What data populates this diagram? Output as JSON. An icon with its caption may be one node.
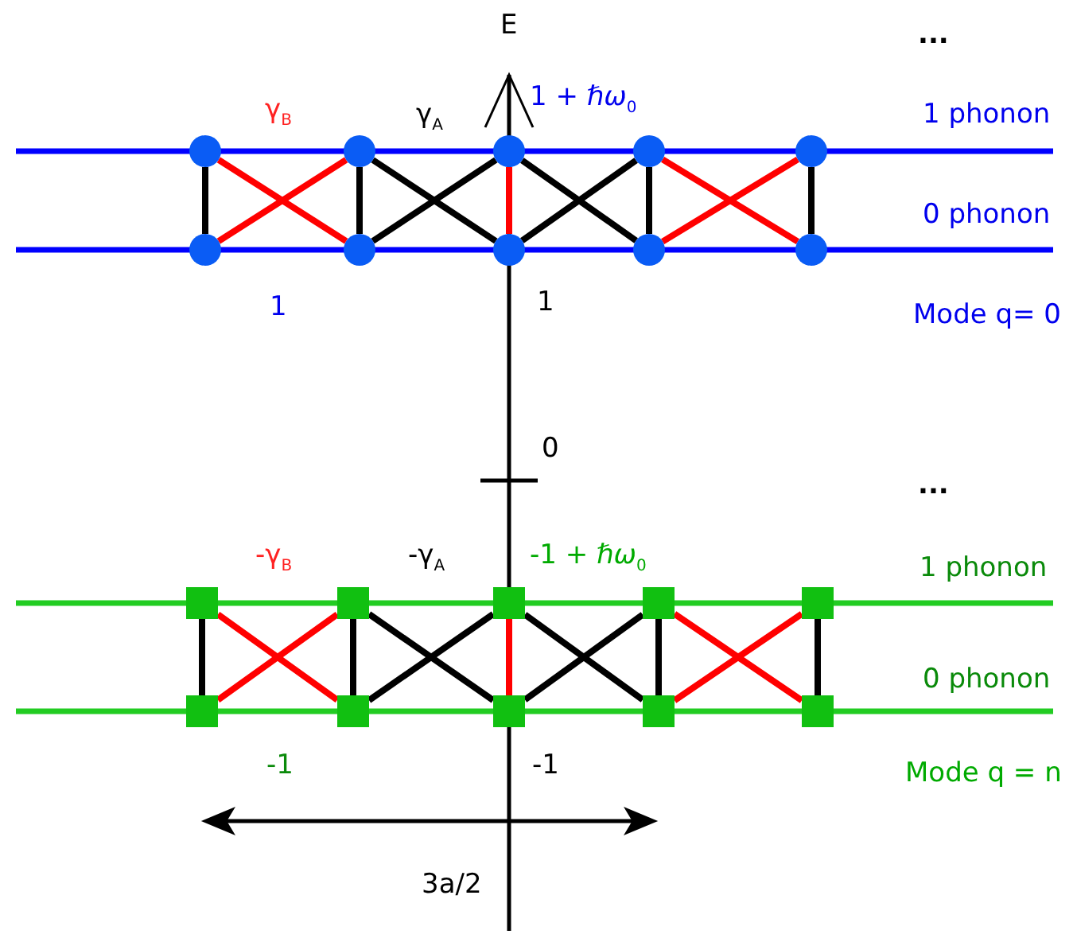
{
  "diagram": {
    "nodes": [
      {
        "text": [],
        "shape": "circle"
      },
      {
        "text": [],
        "shape": "circle"
      },
      {
        "text": [],
        "shape": "circle"
      },
      {
        "text": [],
        "shape": "circle"
      },
      {
        "text": [],
        "shape": "circle"
      },
      {
        "text": [],
        "shape": "circle"
      },
      {
        "text": [],
        "shape": "circle"
      },
      {
        "text": [],
        "shape": "circle"
      },
      {
        "text": [],
        "shape": "circle"
      },
      {
        "text": [],
        "shape": "circle"
      },
      {
        "text": [],
        "shape": "box"
      },
      {
        "text": [],
        "shape": "box"
      },
      {
        "text": [],
        "shape": "box"
      },
      {
        "text": [],
        "shape": "box"
      },
      {
        "text": [],
        "shape": "box"
      },
      {
        "text": [],
        "shape": "box"
      },
      {
        "text": [],
        "shape": "box"
      },
      {
        "text": [],
        "shape": "box"
      },
      {
        "text": [],
        "shape": "box"
      },
      {
        "text": [],
        "shape": "box"
      }
    ],
    "edges": [
      {
        "from": 0,
        "to": 5,
        "arrow": "none"
      },
      {
        "from": 0,
        "to": 6,
        "arrow": "none",
        "color": "#ff0000"
      },
      {
        "from": 5,
        "to": 1,
        "arrow": "none",
        "color": "#ff0000"
      },
      {
        "from": 1,
        "to": 6,
        "arrow": "none"
      },
      {
        "from": 1,
        "to": 7,
        "arrow": "none"
      },
      {
        "from": 6,
        "to": 2,
        "arrow": "none"
      },
      {
        "from": 2,
        "to": 7,
        "arrow": "none",
        "color": "#ff0000"
      },
      {
        "from": 2,
        "to": 8,
        "arrow": "none"
      },
      {
        "from": 7,
        "to": 3,
        "arrow": "none"
      },
      {
        "from": 3,
        "to": 8,
        "arrow": "none"
      },
      {
        "from": 3,
        "to": 9,
        "arrow": "none",
        "color": "#ff0000"
      },
      {
        "from": 8,
        "to": 4,
        "arrow": "none",
        "color": "#ff0000"
      },
      {
        "from": 4,
        "to": 9,
        "arrow": "none"
      },
      {
        "from": 10,
        "to": 15,
        "arrow": "none"
      },
      {
        "from": 10,
        "to": 16,
        "arrow": "none",
        "color": "#ff0000"
      },
      {
        "from": 15,
        "to": 11,
        "arrow": "none",
        "color": "#ff0000"
      },
      {
        "from": 11,
        "to": 16,
        "arrow": "none"
      },
      {
        "from": 11,
        "to": 17,
        "arrow": "none"
      },
      {
        "from": 16,
        "to": 12,
        "arrow": "none"
      },
      {
        "from": 12,
        "to": 17,
        "arrow": "none",
        "color": "#ff0000"
      },
      {
        "from": 12,
        "to": 18,
        "arrow": "none"
      },
      {
        "from": 17,
        "to": 13,
        "arrow": "none"
      },
      {
        "from": 13,
        "to": 18,
        "arrow": "none"
      },
      {
        "from": 13,
        "to": 19,
        "arrow": "none",
        "color": "#ff0000"
      },
      {
        "from": 18,
        "to": 14,
        "arrow": "none",
        "color": "#ff0000"
      },
      {
        "from": 14,
        "to": 19,
        "arrow": "none"
      }
    ],
    "labels": [
      "E",
      "...",
      "γ$_{B}$",
      "γ$_{A}$",
      "1 + *ℏω*$_{0}$",
      "1 phonon",
      "0 phonon",
      "1",
      "1",
      "Mode q= 0",
      "0",
      "...",
      "-γ$_{B}$",
      "-γ$_{A}$",
      "-1 + *ℏω*$_{0}$",
      "1 phonon",
      "0 phonon",
      "-1",
      "-1",
      "Mode q = n",
      "3a/2"
    ]
  }
}
